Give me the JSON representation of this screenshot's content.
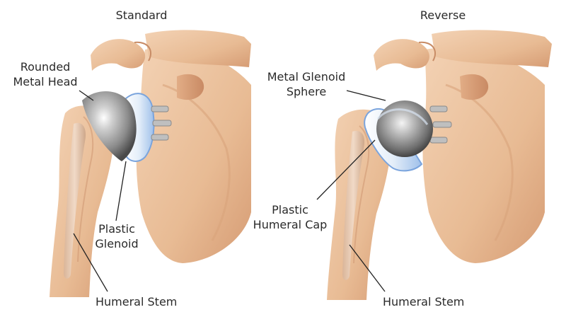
{
  "panels": [
    {
      "title": "Standard",
      "labels": {
        "head": [
          "Rounded",
          "Metal Head"
        ],
        "glenoid": [
          "Plastic",
          "Glenoid"
        ],
        "stem": "Humeral Stem"
      }
    },
    {
      "title": "Reverse",
      "labels": {
        "sphere": [
          "Metal Glenoid",
          "Sphere"
        ],
        "cap": [
          "Plastic",
          "Humeral Cap"
        ],
        "stem": "Humeral Stem"
      }
    }
  ],
  "colors": {
    "bone": "#ecc39f",
    "bone_shade": "#dca07a",
    "bone_dark": "#c98a64",
    "metal": "#9a9a9a",
    "plastic": "#dfe9f5",
    "plastic_edge": "#8eb2e3",
    "leader": "#222222"
  }
}
